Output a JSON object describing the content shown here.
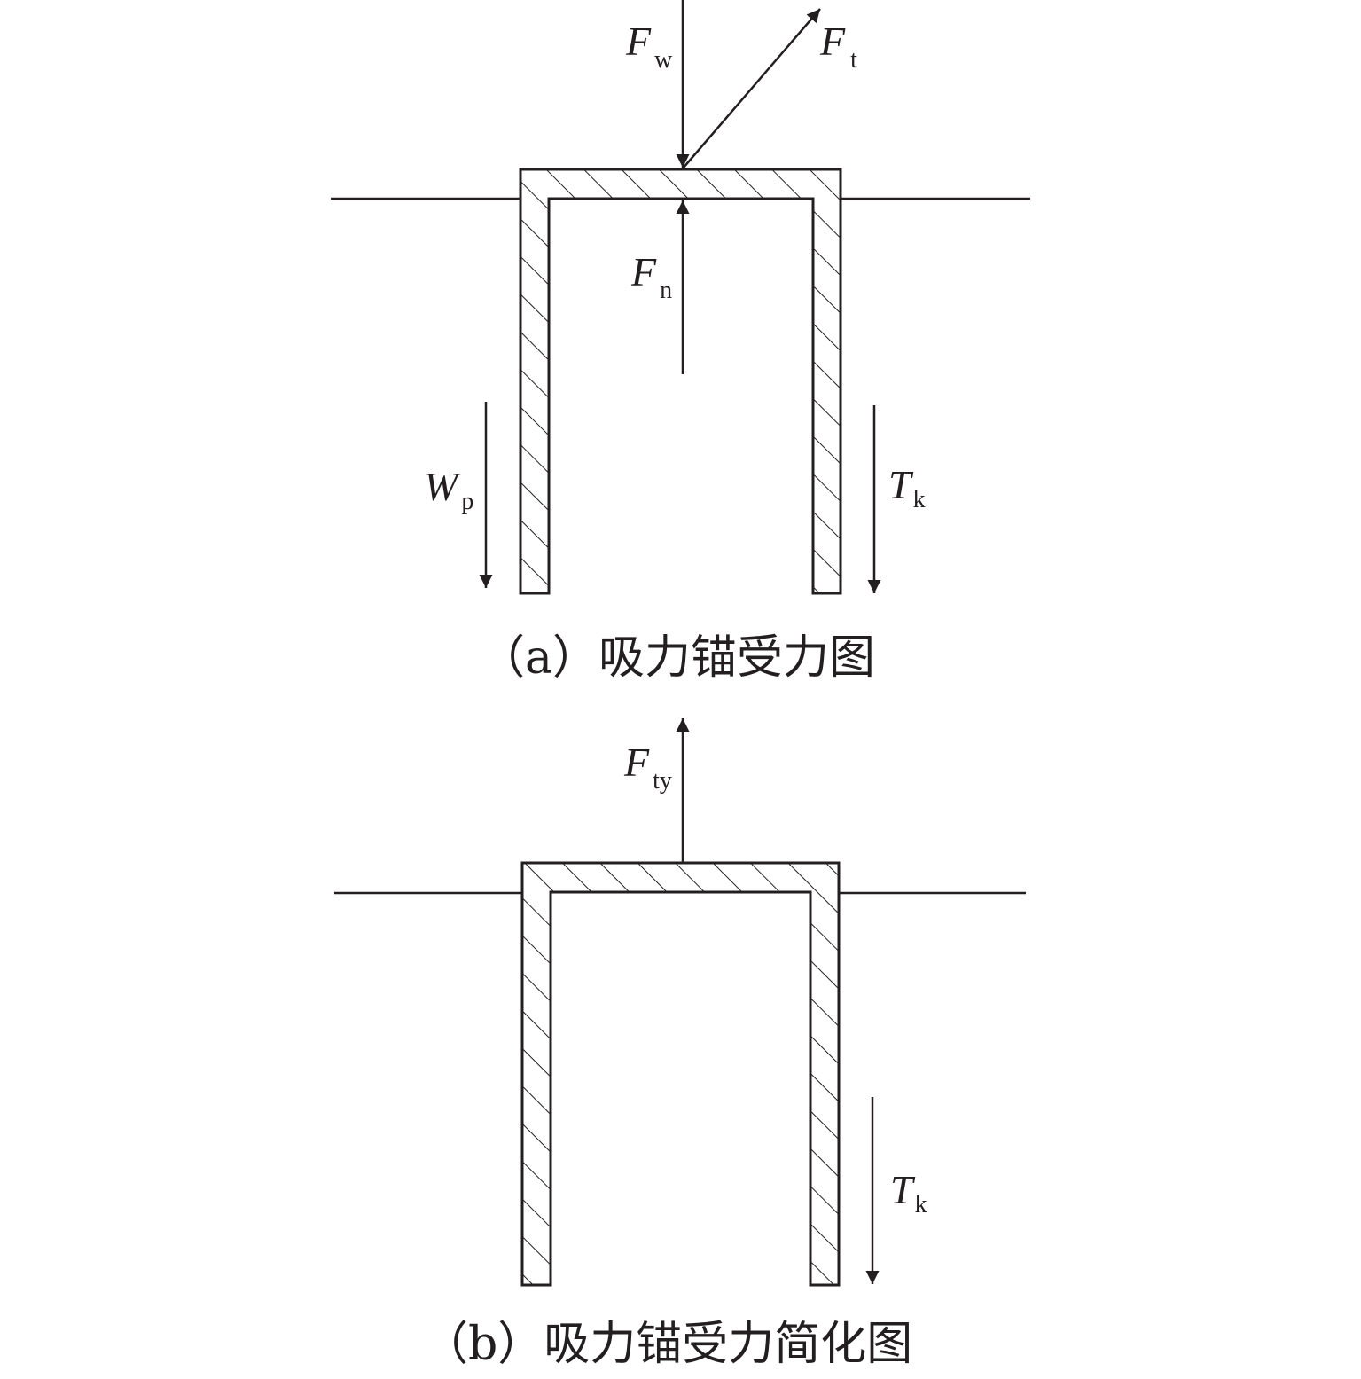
{
  "diagram_a": {
    "caption": "（a）吸力锚受力图",
    "forces": {
      "fw": {
        "symbol": "F",
        "subscript": "w"
      },
      "ft": {
        "symbol": "F",
        "subscript": "t"
      },
      "fn": {
        "symbol": "F",
        "subscript": "n"
      },
      "wp": {
        "symbol": "W",
        "subscript": "p"
      },
      "tk": {
        "symbol": "T",
        "subscript": "k"
      }
    }
  },
  "diagram_b": {
    "caption": "（b）吸力锚受力简化图",
    "forces": {
      "fty": {
        "symbol": "F",
        "subscript": "ty"
      },
      "tk": {
        "symbol": "T",
        "subscript": "k"
      }
    }
  },
  "colors": {
    "ink": "#231f20",
    "background": "#ffffff"
  }
}
